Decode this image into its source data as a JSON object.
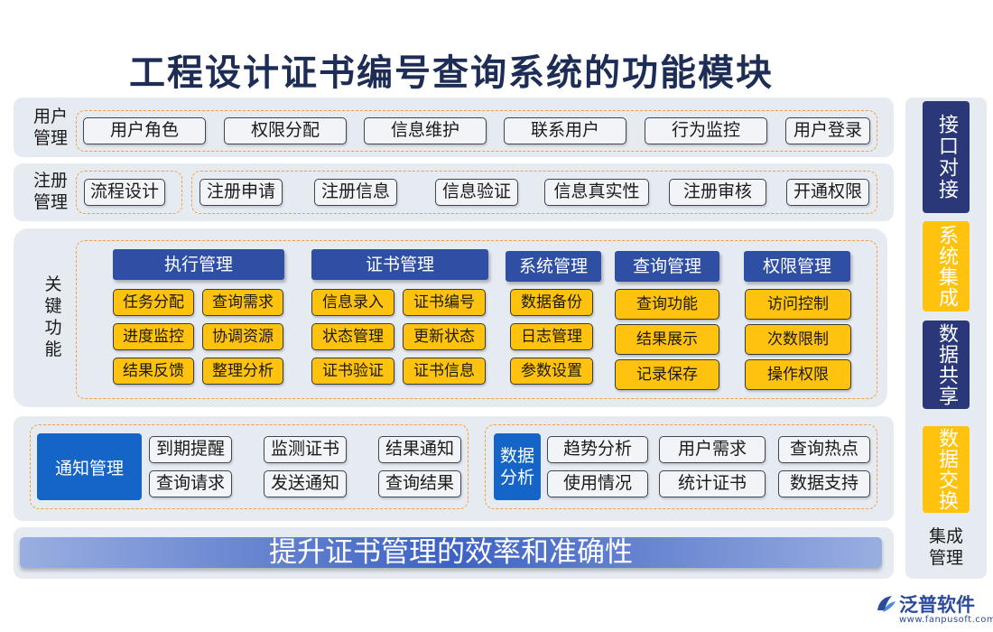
{
  "title": "工程设计证书编号查询系统的功能模块",
  "user_mgmt": {
    "label": "用户\n管理",
    "items": [
      "用户角色",
      "权限分配",
      "信息维护",
      "联系用户",
      "行为监控",
      "用户登录"
    ]
  },
  "reg_mgmt": {
    "label": "注册\n管理",
    "first": "流程设计",
    "items": [
      "注册申请",
      "注册信息",
      "信息验证",
      "信息真实性",
      "注册审核",
      "开通权限"
    ]
  },
  "key_functions": {
    "label": "关\n键\n功\n能",
    "groups": [
      {
        "header": "执行管理",
        "items": [
          "任务分配",
          "查询需求",
          "进度监控",
          "协调资源",
          "结果反馈",
          "整理分析"
        ]
      },
      {
        "header": "证书管理",
        "items": [
          "信息录入",
          "证书编号",
          "状态管理",
          "更新状态",
          "证书验证",
          "证书信息"
        ]
      },
      {
        "header": "系统管理",
        "items": [
          "数据备份",
          "日志管理",
          "参数设置"
        ]
      },
      {
        "header": "查询管理",
        "items": [
          "查询功能",
          "结果展示",
          "记录保存"
        ]
      },
      {
        "header": "权限管理",
        "items": [
          "访问控制",
          "次数限制",
          "操作权限"
        ]
      }
    ]
  },
  "notify": {
    "header": "通知管理",
    "items": [
      "到期提醒",
      "监测证书",
      "结果通知",
      "查询请求",
      "发送通知",
      "查询结果"
    ]
  },
  "analysis": {
    "header": "数据\n分析",
    "items": [
      "趋势分析",
      "用户需求",
      "查询热点",
      "使用情况",
      "统计证书",
      "数据支持"
    ]
  },
  "banner": "提升证书管理的效率和准确性",
  "side": {
    "bars": [
      "接口对接",
      "系统集成",
      "数据共享",
      "数据交换"
    ],
    "label": "集成\n管理"
  },
  "logo": {
    "name": "泛普软件",
    "url": "www.fanpusoft.com"
  },
  "colors": {
    "navy": "#2a3778",
    "gold": "#ffc20e",
    "header_blue": "#2e4fa3",
    "box_blue": "#1565c8",
    "dash_orange": "#f0a040",
    "panel": "#e6ebf2"
  }
}
